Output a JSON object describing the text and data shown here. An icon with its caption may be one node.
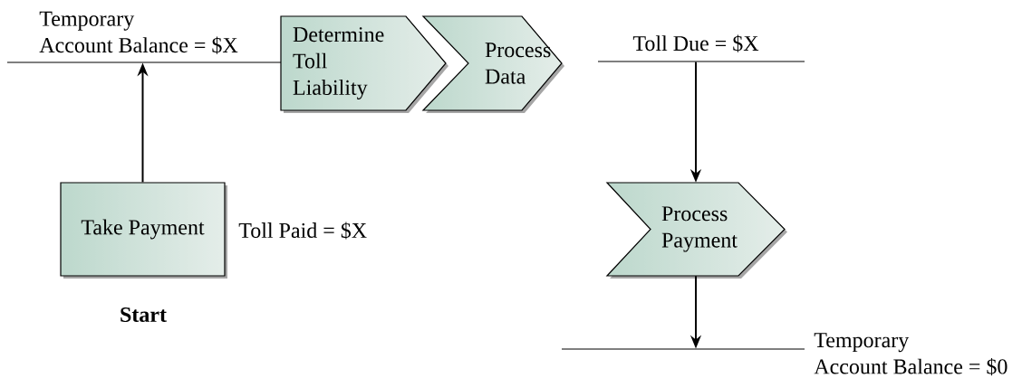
{
  "diagram": {
    "nodes": [
      {
        "text": [
          "Take Payment"
        ],
        "beside": [
          "Toll Paid = $X"
        ]
      },
      {
        "text": [
          "Temporary Account Balance = $X"
        ]
      },
      {
        "text": [
          "Determine Toll Liability"
        ]
      },
      {
        "text": [
          "Process Data"
        ]
      },
      {
        "text": [
          "Toll Due = $X"
        ]
      },
      {
        "text": [
          "Process Payment"
        ]
      },
      {
        "text": [
          "Temporary Account Balance = $0"
        ]
      }
    ],
    "edges": [
      {
        "from": 0,
        "to": 1,
        "arrow": "to"
      },
      {
        "from": 4,
        "to": 5,
        "arrow": "to"
      },
      {
        "from": 5,
        "to": 6,
        "arrow": "to"
      }
    ],
    "labels": [
      "Start"
    ]
  }
}
